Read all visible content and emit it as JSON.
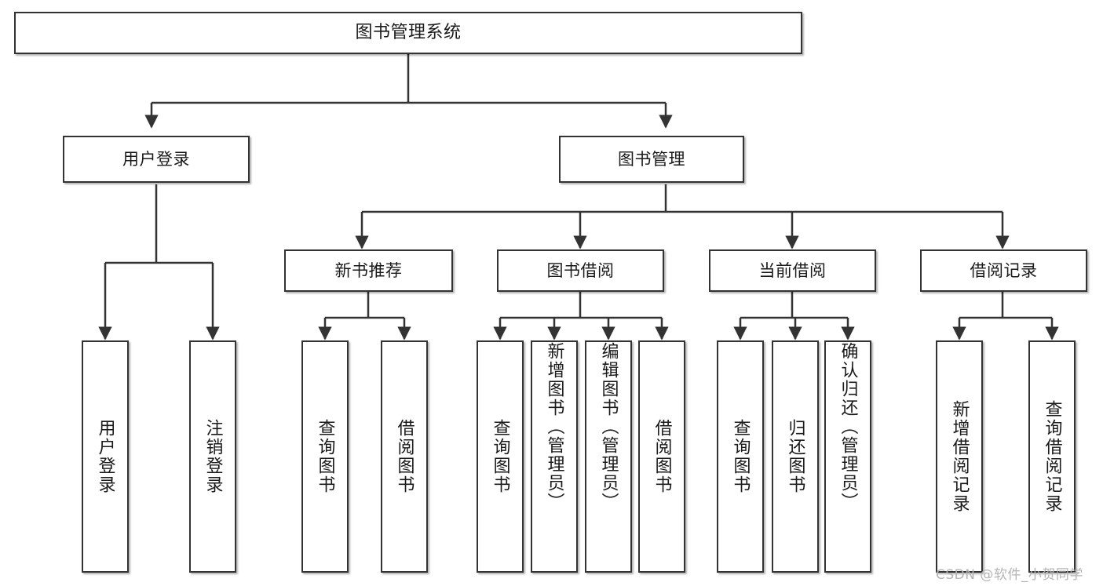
{
  "diagram": {
    "type": "tree-hierarchy",
    "title": "图书管理系统",
    "background_color": "#ffffff",
    "node_border_color": "#333333",
    "node_fill_color": "#ffffff",
    "edge_color": "#333333",
    "text_color": "#1a1a1a"
  },
  "nodes": {
    "root": {
      "label": "图书管理系统",
      "level": 1
    },
    "user_login": {
      "label": "用户登录",
      "level": 2
    },
    "book_manage": {
      "label": "图书管理",
      "level": 2
    },
    "new_book_rec": {
      "label": "新书推荐",
      "level": 3
    },
    "book_borrow": {
      "label": "图书借阅",
      "level": 3
    },
    "current_borrow": {
      "label": "当前借阅",
      "level": 3
    },
    "borrow_record": {
      "label": "借阅记录",
      "level": 3
    },
    "leaf_user_login": {
      "label": "用户登录",
      "level": 4
    },
    "leaf_logout": {
      "label": "注销登录",
      "level": 4
    },
    "leaf_query_book_1": {
      "label": "查询图书",
      "level": 4
    },
    "leaf_borrow_book_1": {
      "label": "借阅图书",
      "level": 4
    },
    "leaf_query_book_2": {
      "label": "查询图书",
      "level": 4
    },
    "leaf_add_book": {
      "label": "新增图书（管理员）",
      "level": 4
    },
    "leaf_edit_book": {
      "label": "编辑图书（管理员）",
      "level": 4
    },
    "leaf_borrow_book_2": {
      "label": "借阅图书",
      "level": 4
    },
    "leaf_query_book_3": {
      "label": "查询图书",
      "level": 4
    },
    "leaf_return_book": {
      "label": "归还图书",
      "level": 4
    },
    "leaf_confirm_return": {
      "label": "确认归还（管理员）",
      "level": 4
    },
    "leaf_add_record": {
      "label": "新增借阅记录",
      "level": 4
    },
    "leaf_query_record": {
      "label": "查询借阅记录",
      "level": 4
    }
  },
  "edges": [
    {
      "from": "root",
      "to": "user_login"
    },
    {
      "from": "root",
      "to": "book_manage"
    },
    {
      "from": "book_manage",
      "to": "new_book_rec"
    },
    {
      "from": "book_manage",
      "to": "book_borrow"
    },
    {
      "from": "book_manage",
      "to": "current_borrow"
    },
    {
      "from": "book_manage",
      "to": "borrow_record"
    },
    {
      "from": "user_login",
      "to": "leaf_user_login"
    },
    {
      "from": "user_login",
      "to": "leaf_logout"
    },
    {
      "from": "new_book_rec",
      "to": "leaf_query_book_1"
    },
    {
      "from": "new_book_rec",
      "to": "leaf_borrow_book_1"
    },
    {
      "from": "book_borrow",
      "to": "leaf_query_book_2"
    },
    {
      "from": "book_borrow",
      "to": "leaf_add_book"
    },
    {
      "from": "book_borrow",
      "to": "leaf_edit_book"
    },
    {
      "from": "book_borrow",
      "to": "leaf_borrow_book_2"
    },
    {
      "from": "current_borrow",
      "to": "leaf_query_book_3"
    },
    {
      "from": "current_borrow",
      "to": "leaf_return_book"
    },
    {
      "from": "current_borrow",
      "to": "leaf_confirm_return"
    },
    {
      "from": "borrow_record",
      "to": "leaf_add_record"
    },
    {
      "from": "borrow_record",
      "to": "leaf_query_record"
    }
  ],
  "watermark": {
    "text": "CSDN @软件_小贺同学",
    "color": "#b4b4b4"
  }
}
